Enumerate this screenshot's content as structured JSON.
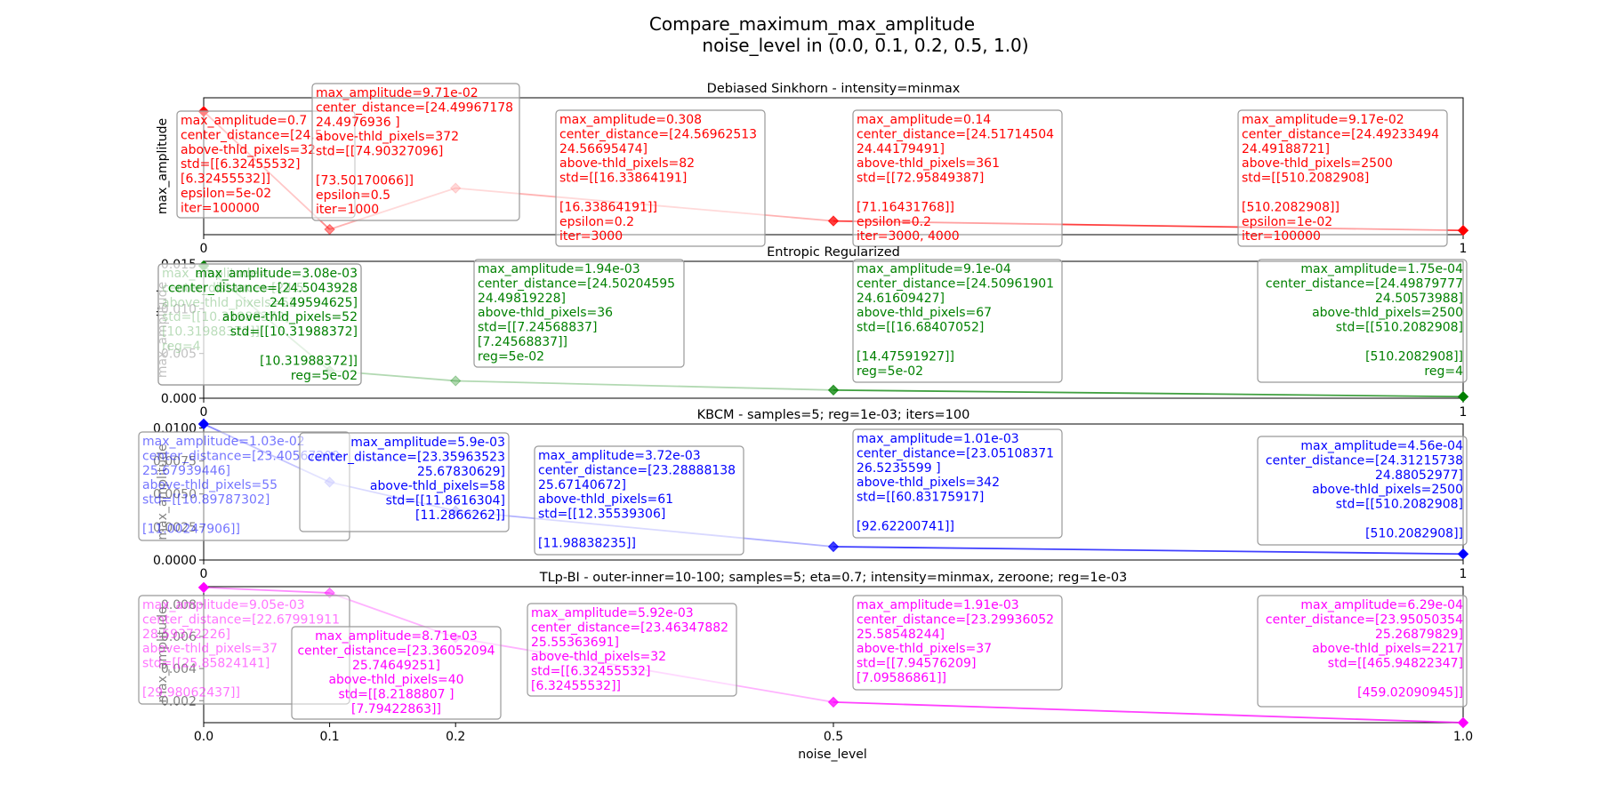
{
  "figure": {
    "title_line1": "Compare_maximum_max_amplitude",
    "title_line2": "noise_level in (0.0, 0.1, 0.2, 0.5, 1.0)",
    "xlabel": "noise_level",
    "ylabel": "max_amplitude"
  },
  "chart_data": [
    {
      "type": "line",
      "title": "Debiased Sinkhorn - intensity=minmax",
      "color": "#ff0000",
      "xlim": [
        0,
        1
      ],
      "ylim": [
        0.07,
        0.77
      ],
      "x_tick_labels": [
        "0",
        "1"
      ],
      "y_tick_labels": [],
      "series": [
        {
          "x": [
            0.0,
            0.1,
            0.2,
            0.5,
            1.0
          ],
          "values": [
            0.7,
            0.0971,
            0.308,
            0.14,
            0.0917
          ]
        }
      ],
      "annotations": [
        {
          "align": "left",
          "lines": [
            "max_amplitude=0.7",
            "center_distance=[24.5",
            "above-thld_pixels=32",
            "std=[[6.32455532]",
            " [6.32455532]]",
            "epsilon=5e-02",
            "iter=100000"
          ]
        },
        {
          "align": "left",
          "lines": [
            "max_amplitude=9.71e-02",
            "center_distance=[24.49967178",
            " 24.4976936 ]",
            "above-thld_pixels=372",
            "std=[[74.90327096]",
            "",
            " [73.50170066]]",
            "epsilon=0.5",
            "iter=1000"
          ]
        },
        {
          "align": "left",
          "lines": [
            "max_amplitude=0.308",
            "center_distance=[24.56962513",
            " 24.56695474]",
            "above-thld_pixels=82",
            "std=[[16.33864191]",
            "",
            " [16.33864191]]",
            "epsilon=0.2",
            "iter=3000"
          ]
        },
        {
          "align": "left",
          "lines": [
            "max_amplitude=0.14",
            "center_distance=[24.51714504",
            " 24.44179491]",
            "above-thld_pixels=361",
            "std=[[72.95849387]",
            "",
            " [71.16431768]]",
            "epsilon=0.2",
            "iter=3000, 4000"
          ]
        },
        {
          "align": "left",
          "lines": [
            "max_amplitude=9.17e-02",
            "center_distance=[24.49233494",
            " 24.49188721]",
            "above-thld_pixels=2500",
            "std=[[510.2082908]",
            "",
            " [510.2082908]]",
            "epsilon=1e-02",
            "iter=100000"
          ]
        }
      ]
    },
    {
      "type": "line",
      "title": "Entropic Regularized",
      "color": "#008000",
      "xlim": [
        0,
        1
      ],
      "ylim": [
        0,
        0.0153
      ],
      "x_tick_labels": [
        "0",
        "1"
      ],
      "y_tick_labels": [
        {
          "v": 0.0,
          "label": "0.000"
        },
        {
          "v": 0.005,
          "label": "0.005"
        },
        {
          "v": 0.01,
          "label": "0.010"
        },
        {
          "v": 0.015,
          "label": "0.015"
        }
      ],
      "series": [
        {
          "x": [
            0.0,
            0.1,
            0.2,
            0.5,
            1.0
          ],
          "values": [
            0.0148,
            0.00308,
            0.00194,
            0.00091,
            0.000175
          ]
        }
      ],
      "annotations": [
        {
          "align": "left",
          "lines": [
            "max_amplitude=",
            "center_distance=[24.5",
            "above-thld_pixels=52",
            "std=[[10.31988372]",
            " [10.31988372]]",
            "reg=4"
          ]
        },
        {
          "align": "right",
          "lines": [
            "max_amplitude=3.08e-03",
            "center_distance=[24.5043928",
            " 24.49594625]",
            "above-thld_pixels=52",
            "std=[[10.31988372]",
            "",
            " [10.31988372]]",
            "reg=5e-02"
          ]
        },
        {
          "align": "left",
          "lines": [
            "max_amplitude=1.94e-03",
            "center_distance=[24.50204595",
            " 24.49819228]",
            "above-thld_pixels=36",
            "std=[[7.24568837]",
            " [7.24568837]]",
            "reg=5e-02"
          ]
        },
        {
          "align": "left",
          "lines": [
            "max_amplitude=9.1e-04",
            "center_distance=[24.50961901",
            " 24.61609427]",
            "above-thld_pixels=67",
            "std=[[16.68407052]",
            "",
            " [14.47591927]]",
            "reg=5e-02"
          ]
        },
        {
          "align": "right",
          "lines": [
            "max_amplitude=1.75e-04",
            "center_distance=[24.49879777",
            " 24.50573988]",
            "above-thld_pixels=2500",
            "std=[[510.2082908]",
            "",
            " [510.2082908]]",
            "reg=4"
          ]
        }
      ]
    },
    {
      "type": "line",
      "title": "KBCM - samples=5; reg=1e-03; iters=100",
      "color": "#0000ff",
      "xlim": [
        0,
        1
      ],
      "ylim": [
        0,
        0.0103
      ],
      "x_tick_labels": [
        "0",
        "1"
      ],
      "y_tick_labels": [
        {
          "v": 0.0,
          "label": "0.0000"
        },
        {
          "v": 0.0025,
          "label": "0.0025"
        },
        {
          "v": 0.005,
          "label": "0.0050"
        },
        {
          "v": 0.0075,
          "label": "0.0075"
        },
        {
          "v": 0.01,
          "label": "0.0100"
        }
      ],
      "series": [
        {
          "x": [
            0.0,
            0.1,
            0.2,
            0.5,
            1.0
          ],
          "values": [
            0.0103,
            0.0059,
            0.00372,
            0.00101,
            0.000456
          ]
        }
      ],
      "annotations": [
        {
          "align": "left",
          "lines": [
            "max_amplitude=1.03e-02",
            "center_distance=[23.40567209",
            " 25.67939446]",
            "above-thld_pixels=55",
            "std=[[10.89787302]",
            "",
            " [11.00247906]]"
          ]
        },
        {
          "align": "right",
          "lines": [
            "max_amplitude=5.9e-03",
            "center_distance=[23.35963523",
            " 25.67830629]",
            "above-thld_pixels=58",
            "std=[[11.8616304]",
            " [11.2866262]]"
          ]
        },
        {
          "align": "left",
          "lines": [
            "max_amplitude=3.72e-03",
            "center_distance=[23.28888138",
            " 25.67140672]",
            "above-thld_pixels=61",
            "std=[[12.35539306]",
            "",
            " [11.98838235]]"
          ]
        },
        {
          "align": "left",
          "lines": [
            "max_amplitude=1.01e-03",
            "center_distance=[23.05108371",
            " 26.5235599 ]",
            "above-thld_pixels=342",
            "std=[[60.83175917]",
            "",
            " [92.62200741]]"
          ]
        },
        {
          "align": "right",
          "lines": [
            "max_amplitude=4.56e-04",
            "center_distance=[24.31215738",
            " 24.88052977]",
            "above-thld_pixels=2500",
            "std=[[510.2082908]",
            "",
            " [510.2082908]]"
          ]
        }
      ]
    },
    {
      "type": "line",
      "title": "TLp-BI - outer-inner=10-100; samples=5; eta=0.7; intensity=minmax, zeroone; reg=1e-03",
      "color": "#ff00ff",
      "xlim": [
        0,
        1
      ],
      "ylim": [
        0.00063,
        0.0091
      ],
      "x_tick_labels": [
        "0.0",
        "0.1",
        "0.2",
        "0.5",
        "1.0"
      ],
      "y_tick_labels": [
        {
          "v": 0.002,
          "label": "0.002"
        },
        {
          "v": 0.004,
          "label": "0.004"
        },
        {
          "v": 0.006,
          "label": "0.006"
        },
        {
          "v": 0.008,
          "label": "0.008"
        }
      ],
      "series": [
        {
          "x": [
            0.0,
            0.1,
            0.2,
            0.5,
            1.0
          ],
          "values": [
            0.00905,
            0.00871,
            0.00592,
            0.00191,
            0.000629
          ]
        }
      ],
      "annotations": [
        {
          "align": "left",
          "lines": [
            "max_amplitude=9.05e-03",
            "center_distance=[22.67991911",
            " 28.59372226]",
            "above-thld_pixels=37",
            "std=[[25.85824141]",
            "",
            " [29.98062437]]"
          ]
        },
        {
          "align": "center",
          "lines": [
            "max_amplitude=8.71e-03",
            "center_distance=[23.36052094",
            " 25.74649251]",
            "above-thld_pixels=40",
            "std=[[8.2188807 ]",
            " [7.79422863]]"
          ]
        },
        {
          "align": "left",
          "lines": [
            "max_amplitude=5.92e-03",
            "center_distance=[23.46347882",
            " 25.55363691]",
            "above-thld_pixels=32",
            "std=[[6.32455532]",
            " [6.32455532]]"
          ]
        },
        {
          "align": "left",
          "lines": [
            "max_amplitude=1.91e-03",
            "center_distance=[23.29936052",
            " 25.58548244]",
            "above-thld_pixels=37",
            "std=[[7.94576209]",
            " [7.09586861]]"
          ]
        },
        {
          "align": "right",
          "lines": [
            "max_amplitude=6.29e-04",
            "center_distance=[23.95050354",
            " 25.26879829]",
            "above-thld_pixels=2217",
            "std=[[465.94822347]",
            "",
            " [459.02090945]]"
          ]
        }
      ]
    }
  ]
}
